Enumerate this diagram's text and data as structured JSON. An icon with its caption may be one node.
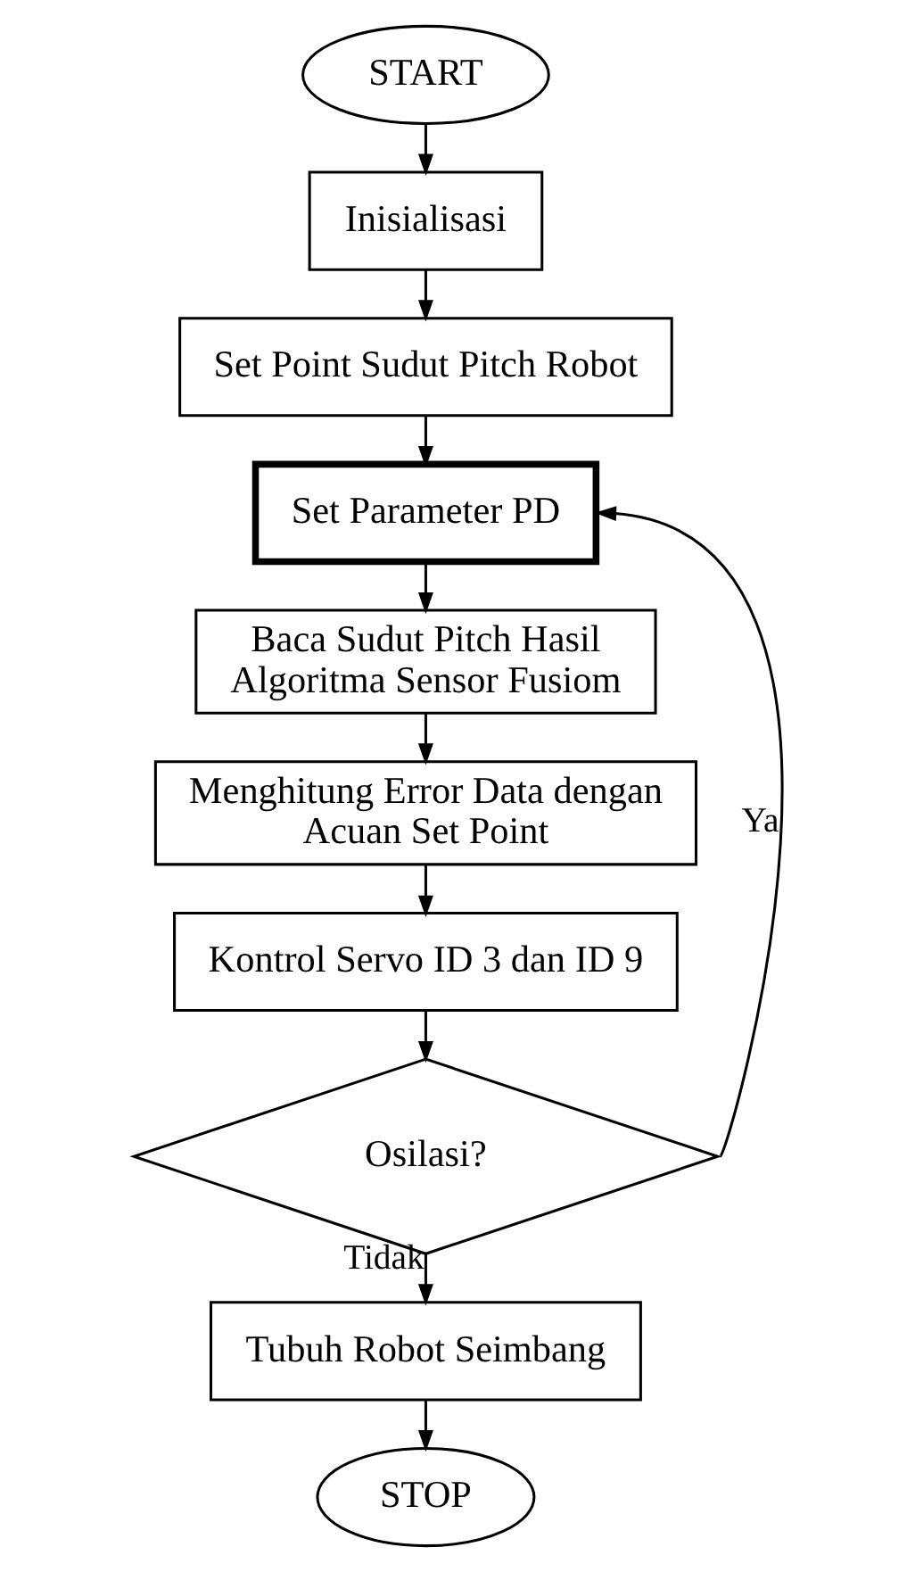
{
  "diagram": {
    "nodes": [
      {
        "text": [
          "START"
        ]
      },
      {
        "text": [
          "Inisialisasi"
        ]
      },
      {
        "text": [
          "Set Point Sudut Pitch Robot"
        ]
      },
      {
        "text": [
          "Set Parameter PD"
        ]
      },
      {
        "text": [
          "Baca Sudut Pitch Hasil Algoritma Sensor Fusiom"
        ]
      },
      {
        "text": [
          "Menghitung Error Data dengan Acuan Set Point"
        ]
      },
      {
        "text": [
          "Kontrol Servo ID 3 dan ID 9"
        ]
      },
      {
        "text": [
          "Osilasi?"
        ]
      },
      {
        "text": [
          "Tubuh Robot Seimbang"
        ]
      },
      {
        "text": [
          "STOP"
        ]
      }
    ],
    "edges": [
      {
        "from": 0,
        "to": 1,
        "arrow": "to"
      },
      {
        "from": 1,
        "to": 2,
        "arrow": "to"
      },
      {
        "from": 2,
        "to": 3,
        "arrow": "to"
      },
      {
        "from": 3,
        "to": 4,
        "arrow": "to"
      },
      {
        "from": 4,
        "to": 5,
        "arrow": "to"
      },
      {
        "from": 5,
        "to": 6,
        "arrow": "to"
      },
      {
        "from": 6,
        "to": 7,
        "arrow": "to"
      },
      {
        "from": 7,
        "to": 3,
        "arrow": "to",
        "label": "Ya"
      },
      {
        "from": 7,
        "to": 8,
        "arrow": "to",
        "label": "Tidak"
      },
      {
        "from": 8,
        "to": 9,
        "arrow": "to"
      }
    ]
  }
}
